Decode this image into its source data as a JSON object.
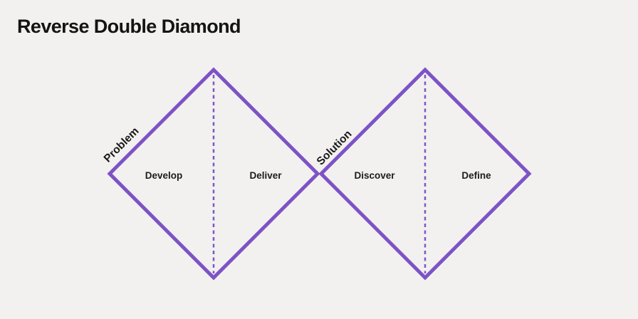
{
  "title": "Reverse Double Diamond",
  "colors": {
    "background": "#f2f1ef",
    "diamond_stroke": "#7d53c6",
    "divider_stroke": "#7e57c8",
    "text": "#141414"
  },
  "diagram": {
    "diamonds": [
      {
        "phase_label": "Problem",
        "left_zone_label": "Develop",
        "right_zone_label": "Deliver"
      },
      {
        "phase_label": "Solution",
        "left_zone_label": "Discover",
        "right_zone_label": "Define"
      }
    ]
  }
}
